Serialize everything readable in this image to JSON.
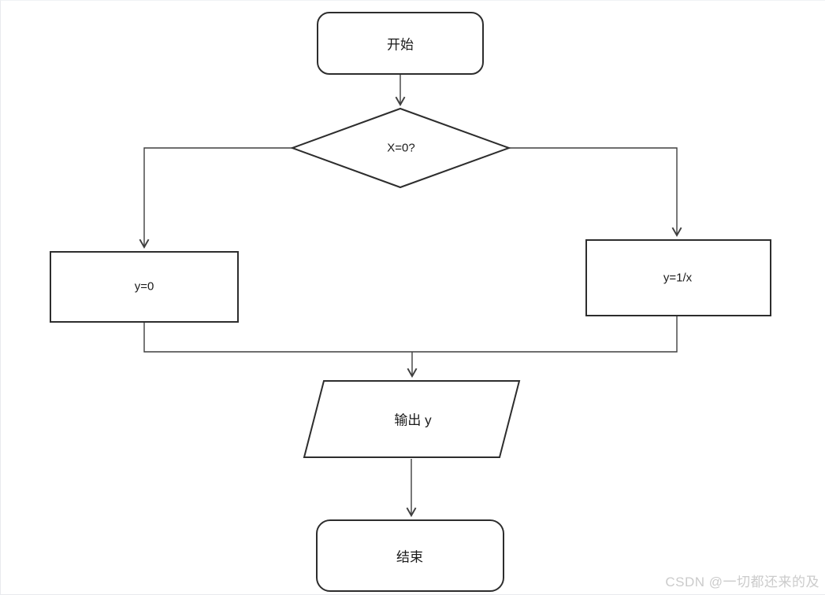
{
  "page": {
    "background": "#ffffff",
    "border_color": "#e8eaee"
  },
  "flowchart": {
    "shape_stroke_color": "#2d2d2d",
    "edge_stroke_color": "#3f3f3f",
    "nodes": {
      "start": {
        "type": "terminator",
        "label": "开始"
      },
      "decision": {
        "type": "decision",
        "label": "X=0?"
      },
      "branch_left": {
        "type": "process",
        "label": "y=0"
      },
      "branch_right": {
        "type": "process",
        "label": "y=1/x"
      },
      "output": {
        "type": "input-output",
        "label": "输出 y"
      },
      "end": {
        "type": "terminator",
        "label": "结束"
      }
    },
    "edges": [
      {
        "from": "start",
        "to": "decision"
      },
      {
        "from": "decision",
        "to": "branch_left"
      },
      {
        "from": "decision",
        "to": "branch_right"
      },
      {
        "from": "branch_left",
        "to": "output"
      },
      {
        "from": "branch_right",
        "to": "output"
      },
      {
        "from": "output",
        "to": "end"
      }
    ]
  },
  "watermark": {
    "text": "CSDN @一切都还来的及",
    "color": "#cbcbcb"
  }
}
